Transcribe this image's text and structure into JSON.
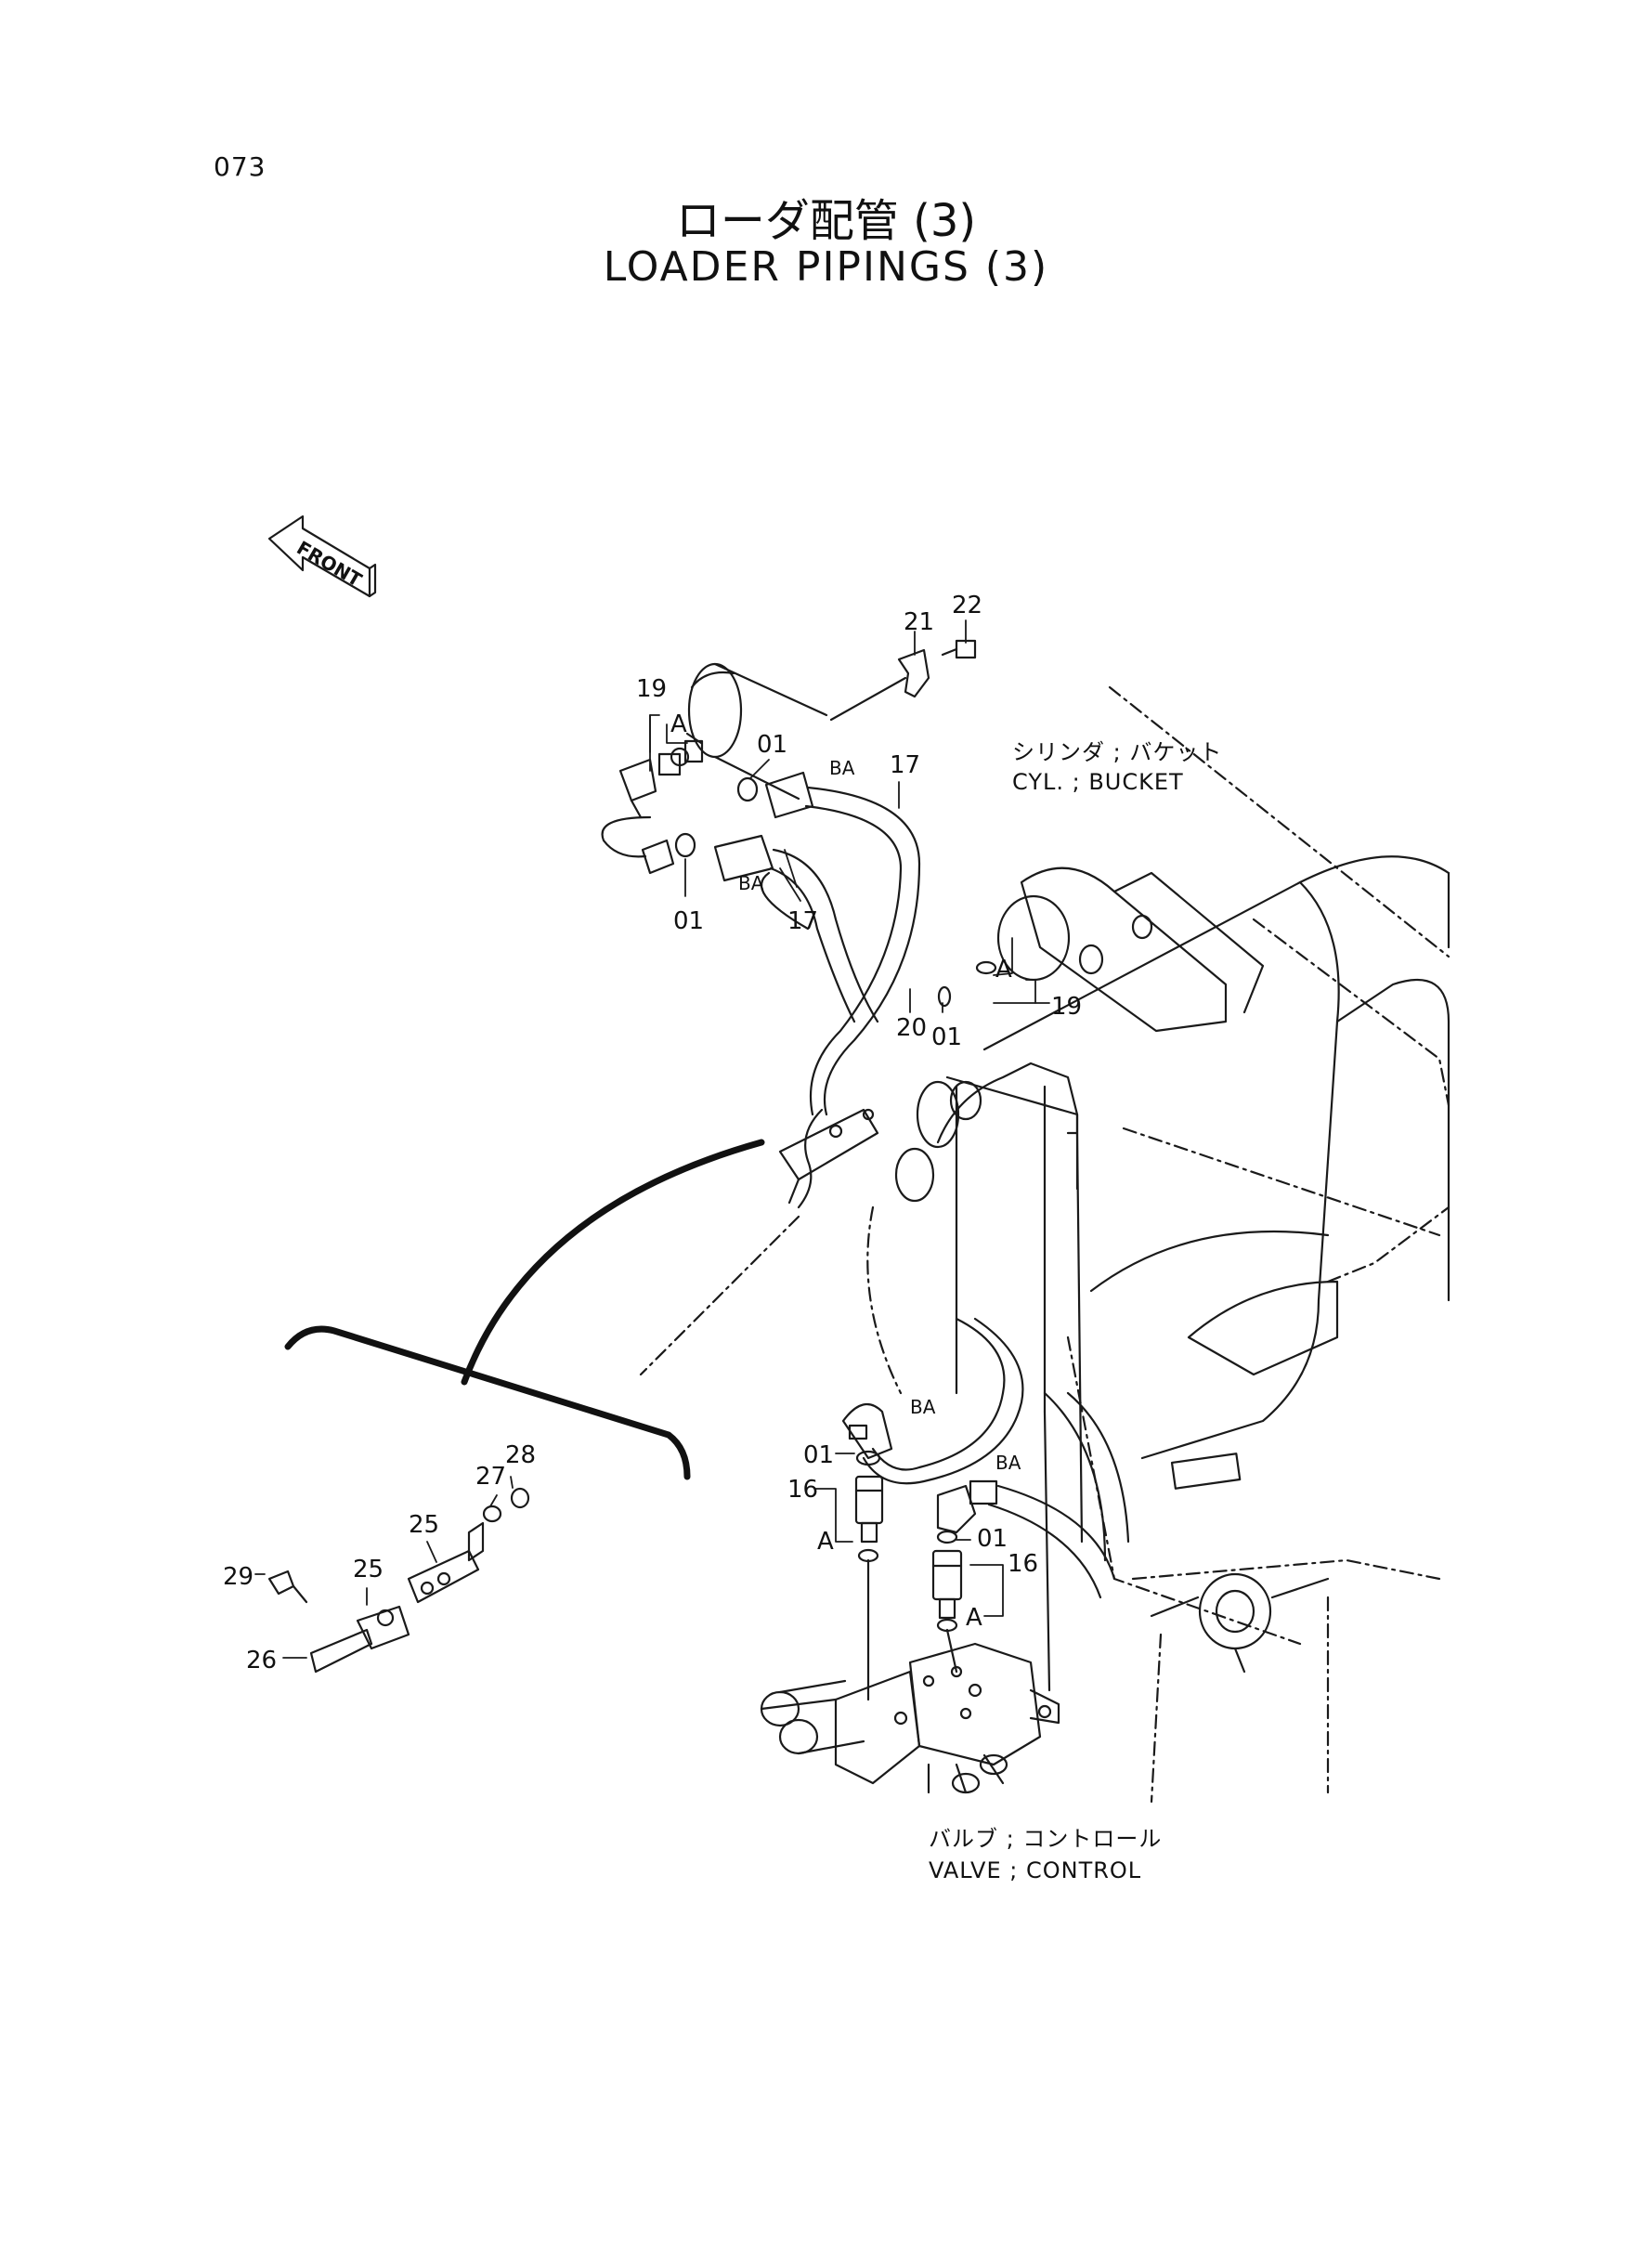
{
  "page_number": "073",
  "title_jp": "ローダ配管 (3)",
  "title_en": "LOADER PIPINGS (3)",
  "front_label": "FRONT",
  "labels": {
    "cyl_bucket_jp": "シリンダ ; バケット",
    "cyl_bucket_en": "CYL. ; BUCKET",
    "valve_control_jp": "バルブ ; コントロール",
    "valve_control_en": "VALVE ; CONTROL"
  },
  "callouts": {
    "p21": "21",
    "p22": "22",
    "p19a": "19",
    "A1": "A",
    "p01a": "01",
    "ba1": "BA",
    "p17a": "17",
    "ba2": "BA",
    "p01b": "01",
    "p17b": "17",
    "A2": "A",
    "p19b": "19",
    "p20": "20",
    "p01c": "01",
    "ba3": "BA",
    "ba4": "BA",
    "p01d": "01",
    "p16a": "16",
    "A3": "A",
    "p01e": "01",
    "p16b": "16",
    "A4": "A",
    "p28": "28",
    "p27": "27",
    "p25a": "25",
    "p25b": "25",
    "p29": "29",
    "p26": "26"
  },
  "colors": {
    "line": "#1a1a1a",
    "background": "#ffffff"
  }
}
